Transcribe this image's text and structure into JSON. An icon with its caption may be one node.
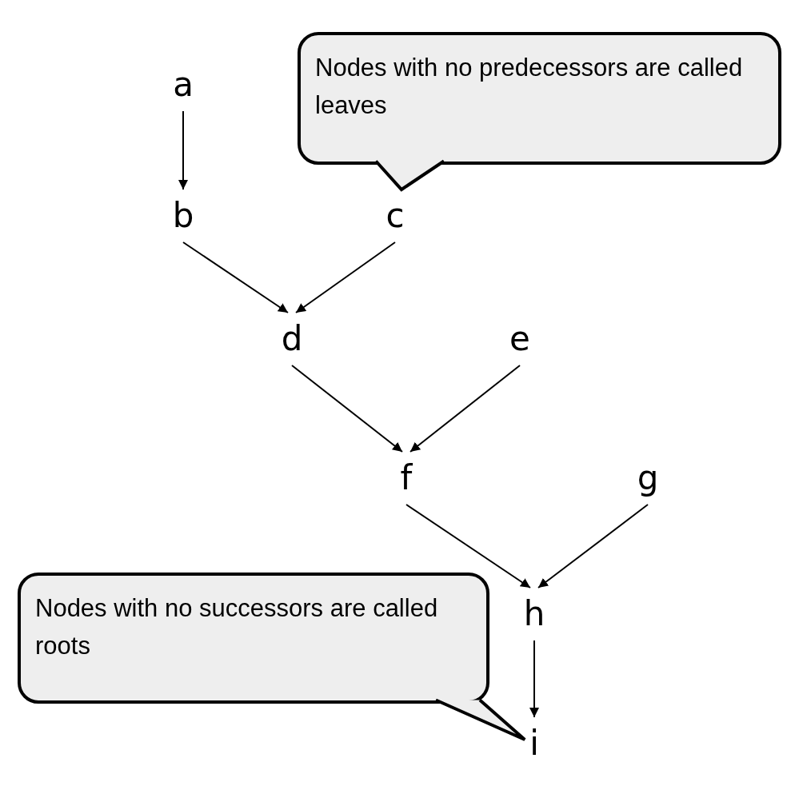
{
  "diagram": {
    "nodes": [
      {
        "text": [
          "a"
        ]
      },
      {
        "text": [
          "b"
        ]
      },
      {
        "text": [
          "c"
        ]
      },
      {
        "text": [
          "d"
        ]
      },
      {
        "text": [
          "e"
        ]
      },
      {
        "text": [
          "f"
        ]
      },
      {
        "text": [
          "g"
        ]
      },
      {
        "text": [
          "h"
        ]
      },
      {
        "text": [
          "i"
        ]
      },
      {
        "text": [
          "Nodes with no predecessors are called leaves"
        ]
      },
      {
        "text": [
          "Nodes with no successors are called roots"
        ]
      }
    ],
    "edges": [
      {
        "from": 0,
        "to": 1,
        "arrow": "to"
      },
      {
        "from": 1,
        "to": 3,
        "arrow": "to"
      },
      {
        "from": 2,
        "to": 3,
        "arrow": "to"
      },
      {
        "from": 3,
        "to": 5,
        "arrow": "to"
      },
      {
        "from": 4,
        "to": 5,
        "arrow": "to"
      },
      {
        "from": 5,
        "to": 7,
        "arrow": "to"
      },
      {
        "from": 6,
        "to": 7,
        "arrow": "to"
      },
      {
        "from": 7,
        "to": 8,
        "arrow": "to"
      },
      {
        "from": 9,
        "to": 2,
        "arrow": "none"
      },
      {
        "from": 10,
        "to": 8,
        "arrow": "none"
      }
    ]
  }
}
